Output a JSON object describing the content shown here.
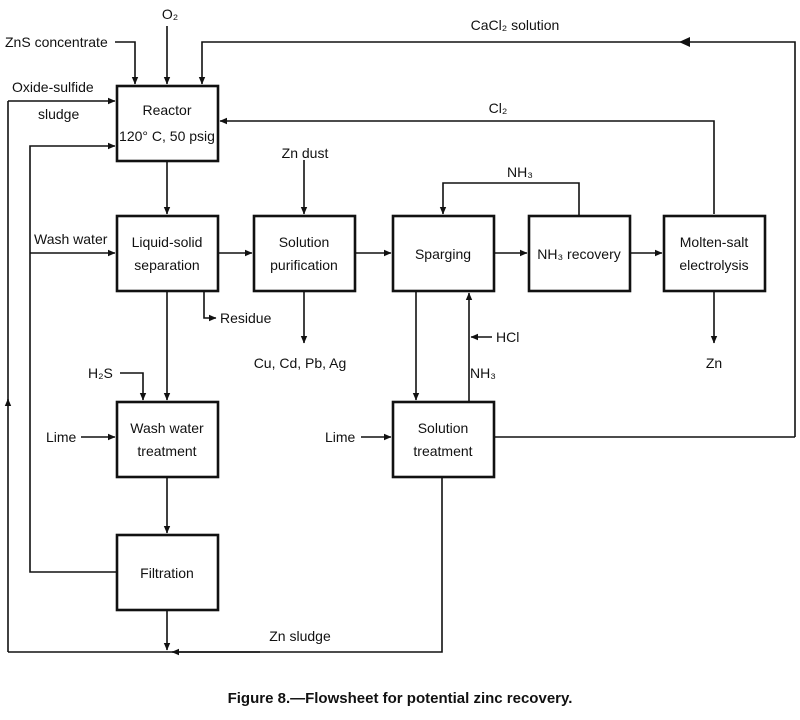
{
  "caption": "Figure 8.—Flowsheet for potential zinc recovery.",
  "boxes": {
    "reactor": {
      "line1": "Reactor",
      "line2": "120° C, 50 psig"
    },
    "liquid_solid": {
      "line1": "Liquid-solid",
      "line2": "separation"
    },
    "solution_purification": {
      "line1": "Solution",
      "line2": "purification"
    },
    "sparging": {
      "line1": "Sparging"
    },
    "nh3_recovery": {
      "line1": "NH₃ recovery"
    },
    "electrolysis": {
      "line1": "Molten-salt",
      "line2": "electrolysis"
    },
    "wash_water_treatment": {
      "line1": "Wash water",
      "line2": "treatment"
    },
    "solution_treatment": {
      "line1": "Solution",
      "line2": "treatment"
    },
    "filtration": {
      "line1": "Filtration"
    }
  },
  "labels": {
    "o2": "O₂",
    "zns": "ZnS concentrate",
    "cacl2": "CaCl₂ solution",
    "oxide1": "Oxide-sulfide",
    "oxide2": "sludge",
    "cl2": "Cl₂",
    "zndust": "Zn dust",
    "nh3_top": "NH₃",
    "wash_water": "Wash water",
    "residue": "Residue",
    "cu": "Cu, Cd, Pb, Ag",
    "zn": "Zn",
    "hcl": "HCl",
    "nh3_mid": "NH₃",
    "h2s": "H₂S",
    "lime1": "Lime",
    "lime2": "Lime",
    "zn_sludge": "Zn sludge"
  }
}
